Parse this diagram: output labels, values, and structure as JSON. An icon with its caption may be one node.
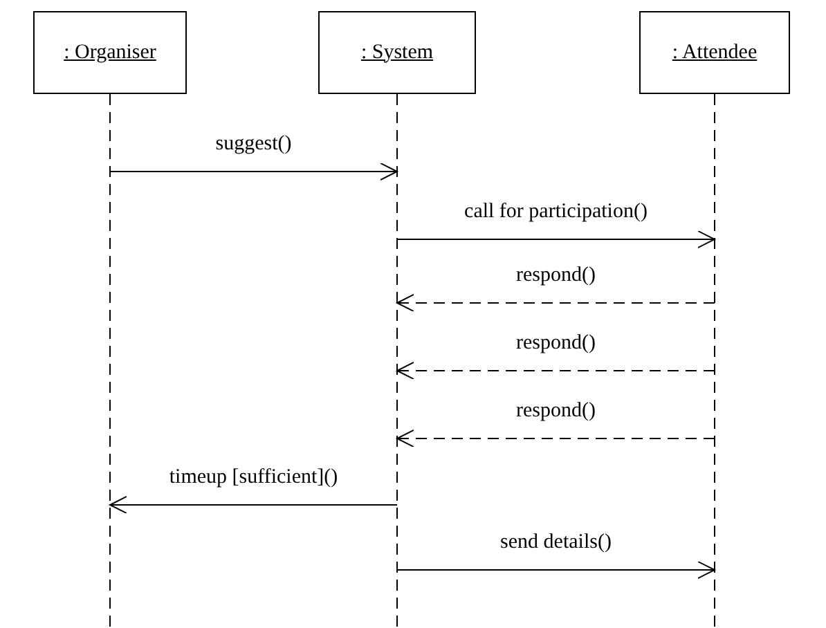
{
  "diagram": {
    "nodes": [
      {
        "text": [
          ": Organiser"
        ]
      },
      {
        "text": [
          ": System"
        ]
      },
      {
        "text": [
          ": Attendee"
        ]
      }
    ],
    "edges": [
      {
        "from": 0,
        "to": 1,
        "arrow": "to",
        "label": "suggest()"
      },
      {
        "from": 1,
        "to": 2,
        "arrow": "to",
        "label": "call for participation()"
      },
      {
        "from": 2,
        "to": 1,
        "arrow": "to",
        "label": "respond()",
        "style": "dashed"
      },
      {
        "from": 2,
        "to": 1,
        "arrow": "to",
        "label": "respond()",
        "style": "dashed"
      },
      {
        "from": 2,
        "to": 1,
        "arrow": "to",
        "label": "respond()",
        "style": "dashed"
      },
      {
        "from": 1,
        "to": 0,
        "arrow": "to",
        "label": "timeup [sufficient]()"
      },
      {
        "from": 1,
        "to": 2,
        "arrow": "to",
        "label": "send details()"
      }
    ]
  }
}
